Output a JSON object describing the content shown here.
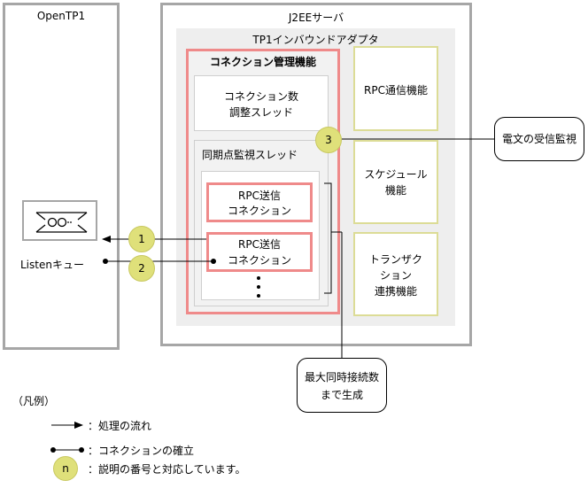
{
  "opentp1": {
    "title": "OpenTP1",
    "queue_label": "Listenキュー",
    "queue_icon": "listen-queue-icon"
  },
  "j2ee": {
    "title": "J2EEサーバ",
    "adapter_title": "TP1インバウンドアダプタ",
    "conn_mgmt_title": "コネクション管理機能",
    "conn_count_line1": "コネクション数",
    "conn_count_line2": "調整スレッド",
    "sync_title": "同期点監視スレッド",
    "rpc_send_line1": "RPC送信",
    "rpc_send_line2": "コネクション",
    "rpc_comm": "RPC通信機能",
    "schedule_line1": "スケジュール",
    "schedule_line2": "機能",
    "transaction_line1": "トランザク",
    "transaction_line2": "ション",
    "transaction_line3": "連携機能"
  },
  "callouts": {
    "monitor": "電文の受信監視",
    "max_line1": "最大同時接続数",
    "max_line2": "まで生成"
  },
  "markers": {
    "m1": "1",
    "m2": "2",
    "m3": "3"
  },
  "legend": {
    "title": "（凡例）",
    "flow": "：処理の流れ",
    "connect": "：コネクションの確立",
    "marker_symbol": "n",
    "marker_desc": "：説明の番号と対応しています。"
  },
  "colors": {
    "accent_pink": "#ef8a8a",
    "marker_fill": "#dfe07a",
    "frame_gray": "#a6a6a6"
  }
}
